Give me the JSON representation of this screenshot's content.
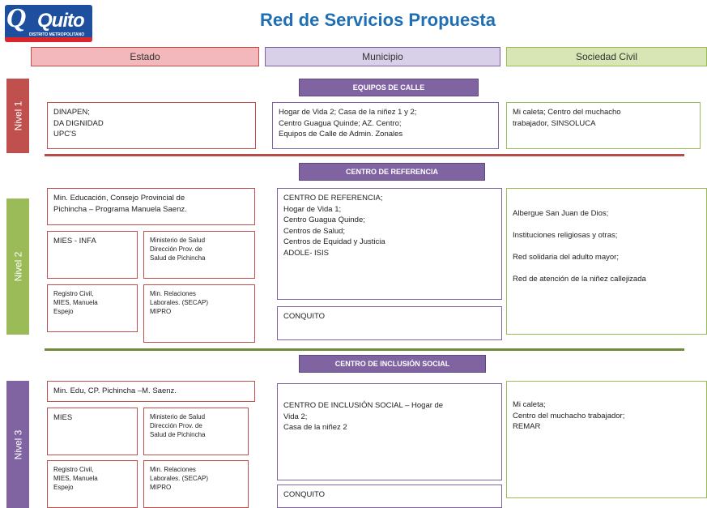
{
  "logo": {
    "name": "Quito",
    "subtitle": "DISTRITO METROPOLITANO"
  },
  "title": "Red de Servicios Propuesta",
  "columns": {
    "estado": "Estado",
    "municipio": "Municipio",
    "sociedad": "Sociedad Civil"
  },
  "niveles": [
    "Nivel 1",
    "Nivel 2",
    "Nivel 3"
  ],
  "sections": [
    "EQUIPOS DE CALLE",
    "CENTRO DE REFERENCIA",
    "CENTRO DE INCLUSIÓN SOCIAL"
  ],
  "n1": {
    "estado": "DINAPEN;\nDA DIGNIDAD\nUPC'S",
    "municipio": "Hogar de Vida 2; Casa de la niñez 1 y 2;\nCentro Guagua Quinde; AZ. Centro;\nEquipos  de Calle de Admin. Zonales",
    "sociedad": "Mi caleta; Centro del muchacho\ntrabajador, SINSOLUCA"
  },
  "n2": {
    "estado_top": "Min. Educación, Consejo Provincial de\nPichincha  – Programa Manuela Saenz.",
    "mies": "MIES - INFA",
    "salud": "Ministerio de Salud\nDirección Prov. de\nSalud de Pichincha",
    "registro": "Registro Civil,\nMIES, Manuela\nEspejo",
    "laborales": "Min. Relaciones\nLaborales. (SECAP)\nMIPRO",
    "municipio": "CENTRO DE REFERENCIA;\nHogar de Vida 1;\nCentro Guagua Quinde;\nCentros de Salud;\nCentros de Equidad y Justicia\nADOLE- ISIS",
    "conquito": "CONQUITO",
    "sociedad": "Albergue San Juan de Dios;\n\nInstituciones religiosas y otras;\n\nRed solidaria del adulto mayor;\n\nRed de atención de la niñez callejizada"
  },
  "n3": {
    "estado_top": "Min. Edu, CP. Pichincha  –M. Saenz.",
    "mies": "MIES",
    "salud": "Ministerio de Salud\nDirección Prov. de\nSalud de Pichincha",
    "registro": "Registro Civil,\nMIES, Manuela\nEspejo",
    "laborales": "Min. Relaciones\nLaborales. (SECAP)\nMIPRO",
    "municipio": "CENTRO DE INCLUSIÓN SOCIAL – Hogar de\nVida 2;\nCasa de la niñez 2",
    "conquito": "CONQUITO",
    "sociedad": "Mi caleta;\nCentro del muchacho trabajador;\nREMAR"
  }
}
